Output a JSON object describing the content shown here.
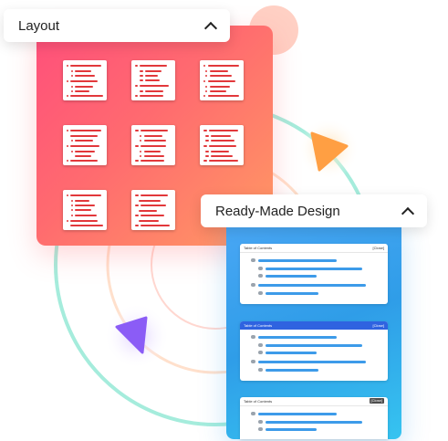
{
  "layout_panel": {
    "title": "Layout",
    "toggle_icon": "chevron-up-icon"
  },
  "ready_panel": {
    "title": "Ready-Made Design",
    "toggle_icon": "chevron-up-icon"
  },
  "toc_cards": [
    {
      "heading": "Table of Contents",
      "close_label": "[Close]",
      "style": "plain"
    },
    {
      "heading": "Table of Contents",
      "close_label": "[Close]",
      "style": "blue-header"
    },
    {
      "heading": "Table of Contents",
      "close_label": "[Close]",
      "style": "dark-close"
    }
  ],
  "colors": {
    "layout_gradient": [
      "#ff4f7b",
      "#ff9a63"
    ],
    "ready_gradient": [
      "#4aa7f5",
      "#36c4f0"
    ],
    "orange_triangle": "#ff9f43",
    "purple_triangle": "#8b5cf6",
    "ring_teal": "#9ee8d8",
    "ring_peach": "#ffd2b8",
    "accent_blue": "#3d9be9"
  }
}
